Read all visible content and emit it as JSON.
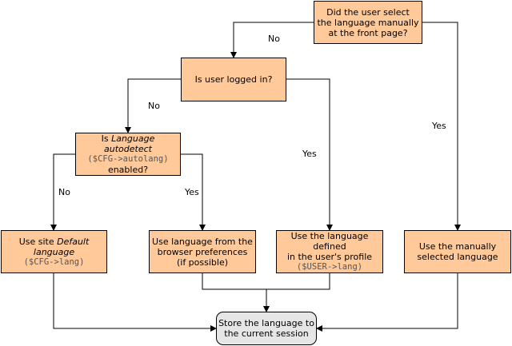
{
  "nodes": {
    "manual_q": {
      "lines": [
        "Did the user select",
        "the language manually",
        "at the front page?"
      ]
    },
    "logged_q": {
      "text": "Is user logged in?"
    },
    "autodetect_q": {
      "prefix": "Is ",
      "emph": "Language autodetect",
      "code": "($CFG->autolang)",
      "suffix": "enabled?"
    },
    "site_default": {
      "prefix": "Use site ",
      "emph": "Default language",
      "code": "($CFG->lang)"
    },
    "browser_pref": {
      "lines": [
        "Use language from the",
        "browser preferences",
        "(if possible)"
      ]
    },
    "profile": {
      "lines": [
        "Use the language defined",
        "in the user's profile"
      ],
      "code": "($USER->lang)"
    },
    "manual_use": {
      "lines": [
        "Use the manually",
        "selected language"
      ]
    },
    "store": {
      "lines": [
        "Store the language to",
        "the current session"
      ]
    }
  },
  "edge_labels": {
    "manual_no": "No",
    "manual_yes": "Yes",
    "logged_no": "No",
    "logged_yes": "Yes",
    "auto_no": "No",
    "auto_yes": "Yes"
  }
}
